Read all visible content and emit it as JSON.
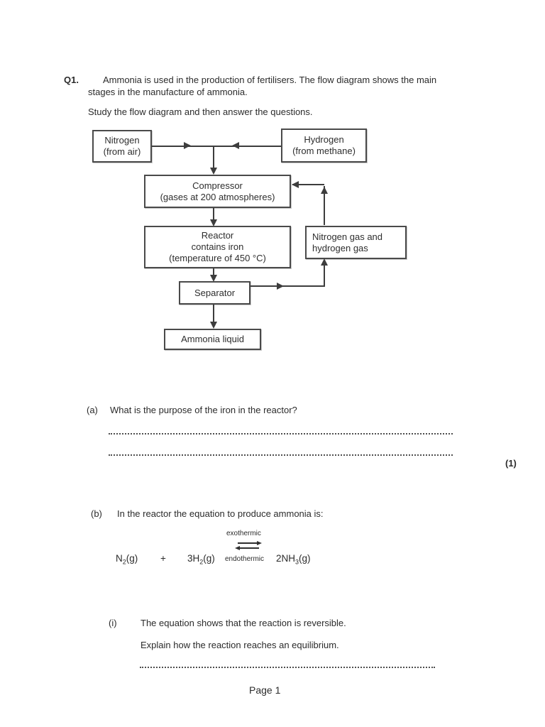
{
  "colors": {
    "ink": "#2b2b2b",
    "diagram_line": "#3d3d3d"
  },
  "q": {
    "number": "Q1.",
    "intro1": "Ammonia is used in the production of fertilisers. The flow diagram shows the main",
    "intro2": "stages in the manufacture of ammonia.",
    "study": "Study the flow diagram and then answer the questions."
  },
  "diagram": {
    "nitrogen": {
      "l1": "Nitrogen",
      "l2": "(from air)"
    },
    "hydrogen": {
      "l1": "Hydrogen",
      "l2": "(from methane)"
    },
    "compressor": {
      "l1": "Compressor",
      "l2": "(gases at 200 atmospheres)"
    },
    "reactor": {
      "l1": "Reactor",
      "l2": "contains iron",
      "l3": "(temperature of 450 °C)"
    },
    "recycle": {
      "l1": "Nitrogen gas and",
      "l2": "hydrogen gas"
    },
    "separator": {
      "l1": "Separator"
    },
    "ammonia": {
      "l1": "Ammonia liquid"
    }
  },
  "part_a": {
    "label": "(a)",
    "text": "What is the purpose of the iron in the reactor?",
    "marks": "(1)"
  },
  "part_b": {
    "label": "(b)",
    "text": "In the reactor the equation to produce ammonia is:",
    "eq": {
      "r1main": "N",
      "r1sub": "2",
      "r1state": "(g)",
      "plus": "+",
      "r2main": "3H",
      "r2sub": "2",
      "r2state": "(g)",
      "exo": "exothermic",
      "endo": "endothermic",
      "pmain": "2NH",
      "psub": "3",
      "pstate": "(g)"
    }
  },
  "part_i": {
    "label": "(i)",
    "text1": "The equation shows that the reaction is reversible.",
    "text2": "Explain how the reaction reaches an equilibrium."
  },
  "footer": {
    "page": "Page 1"
  }
}
